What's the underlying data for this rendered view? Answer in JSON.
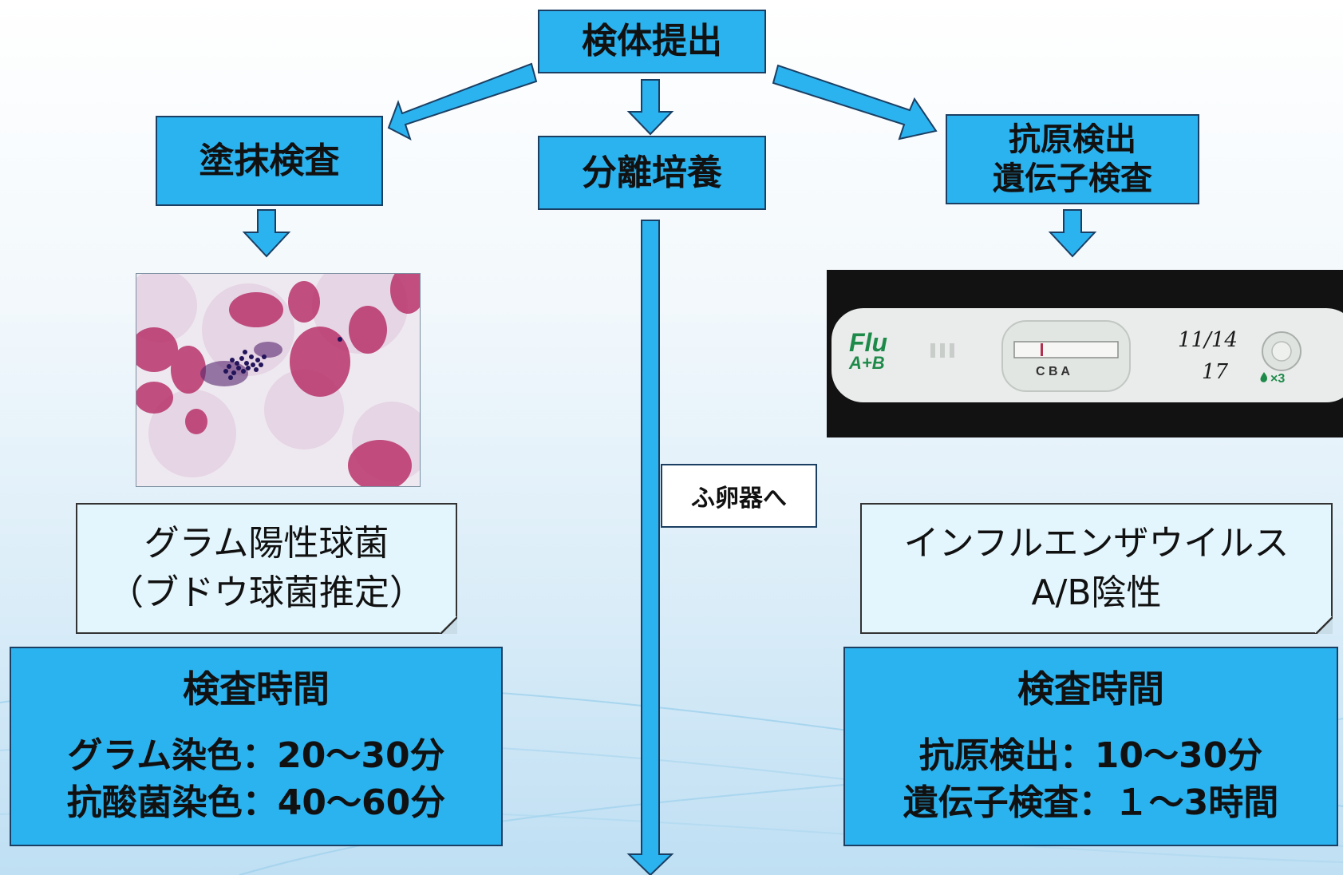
{
  "root": {
    "label": "検体提出"
  },
  "branches": {
    "smear": {
      "label": "塗抹検査"
    },
    "culture": {
      "label": "分離培養"
    },
    "antigen": {
      "line1": "抗原検出",
      "line2": "遺伝子検査"
    }
  },
  "incubator_note": "ふ卵器へ",
  "smear_result": {
    "line1": "グラム陽性球菌",
    "line2": "（ブドウ球菌推定）"
  },
  "antigen_result": {
    "line1": "インフルエンザウイルス",
    "line2": "A/B陰性"
  },
  "smear_time": {
    "heading": "検査時間",
    "line1": "グラム染色：20～30分",
    "line2": "抗酸菌染色：40～60分"
  },
  "antigen_time": {
    "heading": "検査時間",
    "line1": "抗原検出：10～30分",
    "line2": "遺伝子検査：１～3時間"
  },
  "test_kit": {
    "brand_line1": "Flu",
    "brand_line2": "A+B",
    "window_label": "C B A",
    "handwritten_date": "11/14",
    "handwritten_note": "17",
    "drops_label": "×3"
  },
  "colors": {
    "box_fill": "#2bb3f0",
    "box_border": "#1b3f63",
    "arrow_fill": "#2bb3f0",
    "note_fill": "#e4f6fd"
  }
}
